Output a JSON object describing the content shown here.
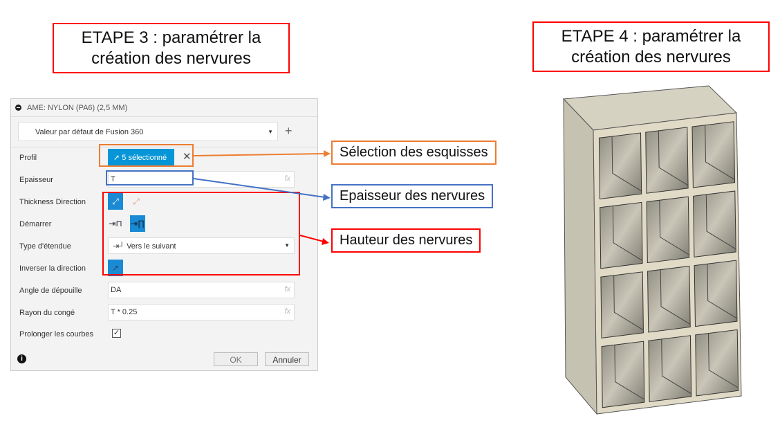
{
  "step3": {
    "line1": "ETAPE 3 : paramétrer la",
    "line2": "création des nervures"
  },
  "step4": {
    "line1": "ETAPE 4 : paramétrer la",
    "line2": "création des nervures"
  },
  "panel": {
    "title": "AME: NYLON (PA6) (2,5 MM)",
    "preset": "Valeur par défaut de Fusion 360",
    "rows": {
      "profil": "Profil",
      "profil_value": "5 sélectionné",
      "epaisseur": "Epaisseur",
      "epaisseur_value": "T",
      "thickness": "Thickness Direction",
      "demarrer": "Démarrer",
      "type": "Type d'étendue",
      "type_value": "Vers le suivant",
      "inverser": "Inverser la direction",
      "angle": "Angle de dépouille",
      "angle_value": "DA",
      "rayon": "Rayon du congé",
      "rayon_value": "T * 0.25",
      "prolonger": "Prolonger les courbes",
      "prolonger_checked": true
    },
    "fx": "fx",
    "ok": "OK",
    "cancel": "Annuler"
  },
  "callouts": {
    "selection": "Sélection des esquisses",
    "epaisseur": "Epaisseur des nervures",
    "hauteur": "Hauteur des nervures"
  },
  "colors": {
    "orange": "#ed7d31",
    "blue": "#4472c4",
    "red": "#ff0000",
    "accent": "#0696d7"
  }
}
